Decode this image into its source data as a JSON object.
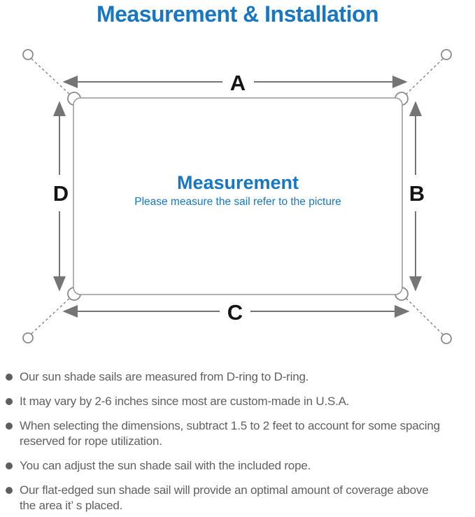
{
  "header": {
    "title": "Measurement & Installation"
  },
  "diagram": {
    "side_labels": {
      "top": "A",
      "right": "B",
      "bottom": "C",
      "left": "D"
    },
    "center": {
      "title": "Measurement",
      "subtitle": "Please measure the sail refer to the picture"
    }
  },
  "notes": {
    "items": [
      {
        "lines": [
          "Our sun shade sails are measured from D-ring to D-ring."
        ]
      },
      {
        "lines": [
          "It may vary by 2-6 inches since most are custom-made in U.S.A."
        ]
      },
      {
        "lines": [
          "When selecting the dimensions, subtract 1.5 to 2 feet to account for some spacing",
          "reserved for rope utilization."
        ]
      },
      {
        "lines": [
          "You can adjust the sun shade sail with the included rope."
        ]
      },
      {
        "lines": [
          "Our flat-edged sun shade sail will provide an optimal amount of coverage above",
          "the area it’ s placed."
        ]
      }
    ]
  },
  "colors": {
    "accent_blue": "#1777c2",
    "line_gray": "#8a8a8a",
    "arrow_gray": "#757575",
    "note_text_gray": "#606060",
    "label_black": "#141414"
  },
  "icons": {
    "bullet": "filled-circle",
    "anchor_point": "open-circle",
    "corner_ring": "d-ring-half-circle",
    "dimension_arrow": "double-headed-arrow"
  }
}
